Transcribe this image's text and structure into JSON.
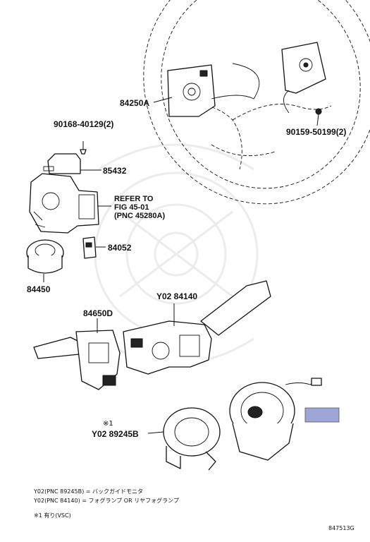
{
  "labels": {
    "p84250a": "84250A",
    "p90168": "90168-40129(2)",
    "p85432": "85432",
    "refer1": "REFER TO",
    "refer2": "FIG 45-01",
    "refer3": "(PNC 45280A)",
    "p84052": "84052",
    "p84450": "84450",
    "p90159": "90159-50199(2)",
    "p84140": "Y02 84140",
    "p84650d": "84650D",
    "mark1": "※1",
    "p89245b": "Y02 89245B"
  },
  "notes": [
    "Y02(PNC 89245B) = バックガイドモニタ",
    "Y02(PNC 84140) = フォグランプ OR リヤフォグランプ",
    "※1 有り(VSC)"
  ],
  "figure_code": "847513G",
  "highlight_color": "#9ea6d8"
}
